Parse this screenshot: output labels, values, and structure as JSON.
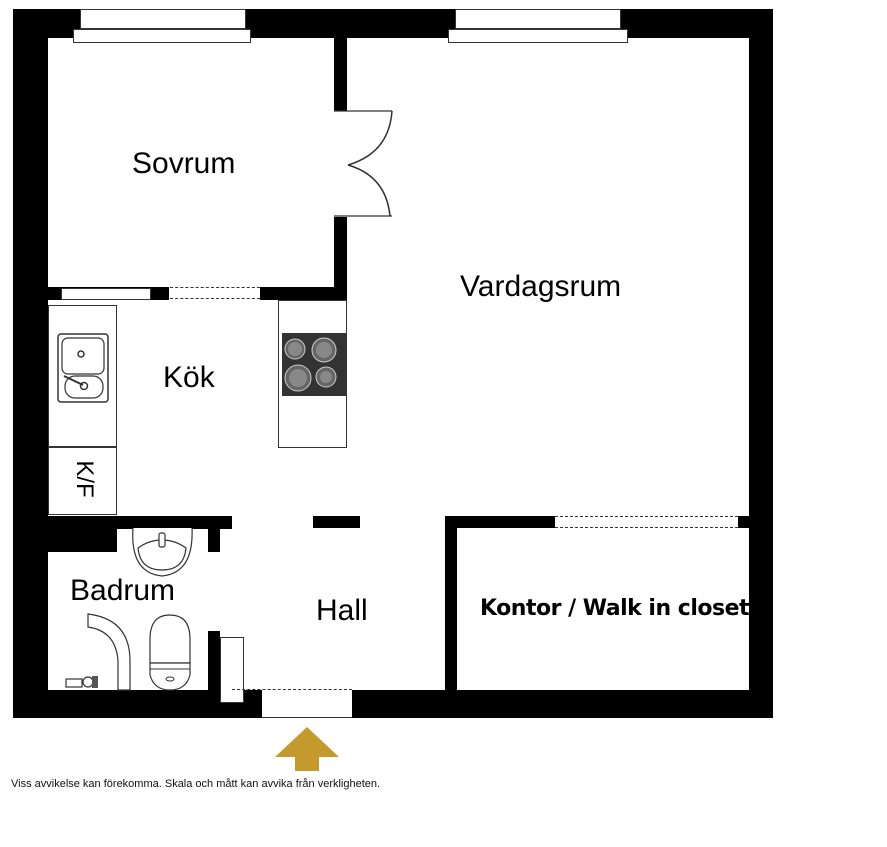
{
  "floorplan": {
    "rooms": [
      {
        "id": "sovrum",
        "label": "Sovrum"
      },
      {
        "id": "vardagsrum",
        "label": "Vardagsrum"
      },
      {
        "id": "kok",
        "label": "Kök"
      },
      {
        "id": "badrum",
        "label": "Badrum"
      },
      {
        "id": "hall",
        "label": "Hall"
      },
      {
        "id": "kontor",
        "label": "Kontor / Walk in closet"
      }
    ],
    "fixtures": {
      "fridge_freezer_label": "K/F",
      "icons": [
        "sink-icon",
        "stove-icon",
        "washbasin-icon",
        "toilet-icon",
        "shower-icon",
        "tap-icon",
        "double-door-icon",
        "window-icon"
      ]
    },
    "entrance_arrow_color": "#c49a2c",
    "wall_color": "#000000"
  },
  "disclaimer": "Viss avvikelse kan förekomma. Skala och mått kan avvika från verkligheten."
}
